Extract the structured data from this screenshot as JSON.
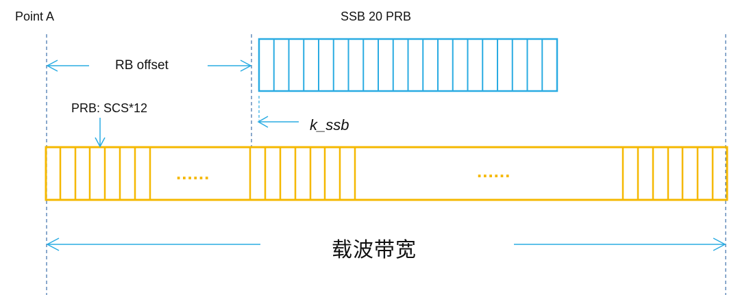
{
  "labels": {
    "point_a": "Point A",
    "ssb_title": "SSB 20 PRB",
    "rb_offset": "RB offset",
    "prb_scs": "PRB: SCS*12",
    "k_ssb": "k_ssb",
    "carrier_bandwidth": "载波带宽",
    "ellipsis_left": "......",
    "ellipsis_right": "......"
  },
  "colors": {
    "ssb_blue": "#29abe2",
    "carrier_orange": "#f5b800",
    "dash_blue": "#4a7ab0",
    "ellipsis": "#f5b800"
  },
  "ssb_block": {
    "prb_count": 20
  }
}
